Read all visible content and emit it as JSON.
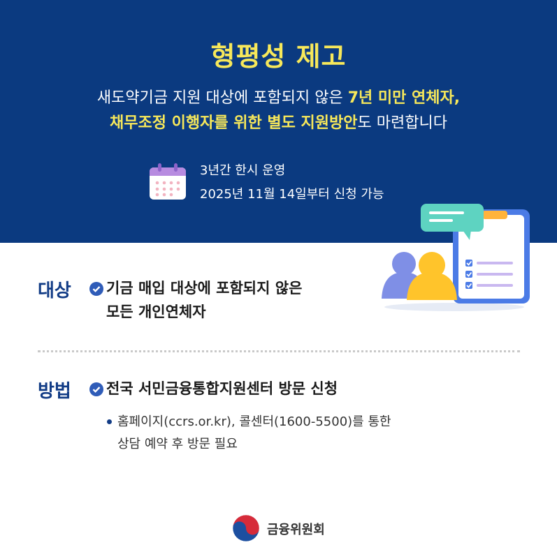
{
  "header": {
    "title": "형평성 제고",
    "line1_normal": "새도약기금 지원 대상에 포함되지 않은 ",
    "line1_highlight": "7년 미만 연체자,",
    "line2_highlight": "채무조정 이행자를 위한 별도 지원방안",
    "line2_normal": "도 마련합니다",
    "period": "3년간 한시 운영",
    "start": "2025년 11월 14일부터 신청 가능"
  },
  "target": {
    "label": "대상",
    "line1": "기금 매입 대상에 포함되지 않은",
    "line2": "모든 개인연체자"
  },
  "method": {
    "label": "방법",
    "text": "전국 서민금융통합지원센터 방문 신청",
    "note_line1": "홈페이지(ccrs.or.kr), 콜센터(1600-5500)를 통한",
    "note_line2": "상담 예약 후 방문 필요"
  },
  "footer": {
    "org": "금융위원회"
  },
  "colors": {
    "navy": "#0b3a80",
    "yellow": "#f7e85a",
    "label_blue": "#123c86"
  },
  "icons": [
    "calendar-icon",
    "people-checklist-illustration",
    "check-circle-icon",
    "fsc-emblem-icon"
  ]
}
